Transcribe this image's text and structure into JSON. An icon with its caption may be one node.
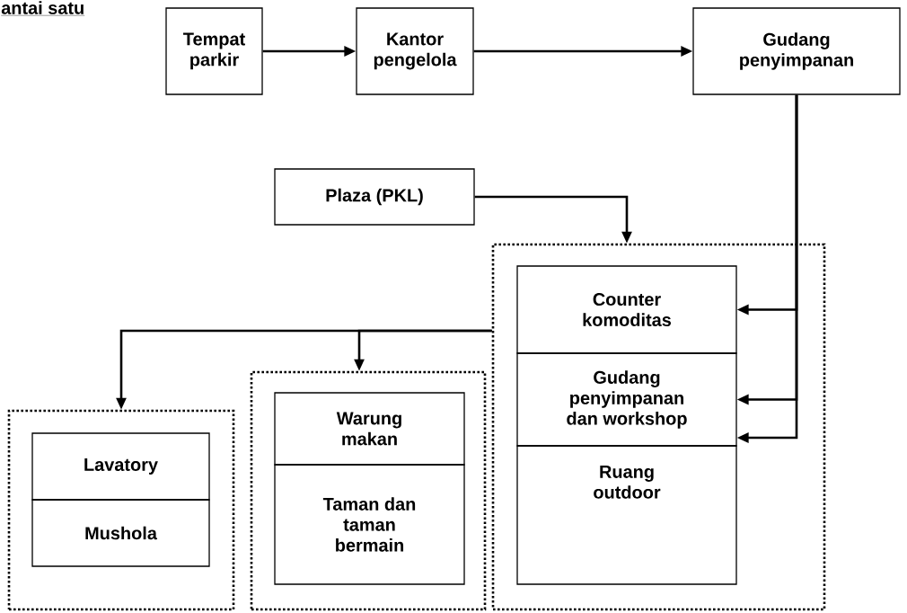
{
  "diagram": {
    "title": "antai satu",
    "nodes": [
      {
        "text": [
          "Tempat parkir"
        ]
      },
      {
        "text": [
          "Kantor pengelola"
        ]
      },
      {
        "text": [
          "Gudang penyimpanan"
        ]
      },
      {
        "text": [
          "Plaza (PKL)"
        ]
      },
      {
        "text": [],
        "shape": "box"
      },
      {
        "text": [
          "Counter komoditas"
        ],
        "in": 4
      },
      {
        "text": [
          "Gudang penyimpanan dan workshop"
        ],
        "in": 4
      },
      {
        "text": [
          "Ruang outdoor"
        ],
        "in": 4
      },
      {
        "text": [],
        "shape": "box"
      },
      {
        "text": [
          "Warung makan"
        ],
        "in": 8
      },
      {
        "text": [
          "Taman dan taman bermain"
        ],
        "in": 8
      },
      {
        "text": [],
        "shape": "box"
      },
      {
        "text": [
          "Lavatory"
        ],
        "in": 11
      },
      {
        "text": [
          "Mushola"
        ],
        "in": 11
      }
    ],
    "edges": [
      {
        "from": 0,
        "to": 1,
        "arrow": "to"
      },
      {
        "from": 1,
        "to": 2,
        "arrow": "to"
      },
      {
        "from": 2,
        "to": 5,
        "arrow": "to"
      },
      {
        "from": 2,
        "to": 6,
        "arrow": "to"
      },
      {
        "from": 2,
        "to": 7,
        "arrow": "to"
      },
      {
        "from": 3,
        "to": 4,
        "arrow": "to"
      },
      {
        "from": 4,
        "to": 8,
        "arrow": "to"
      },
      {
        "from": 4,
        "to": 11,
        "arrow": "to"
      }
    ]
  }
}
